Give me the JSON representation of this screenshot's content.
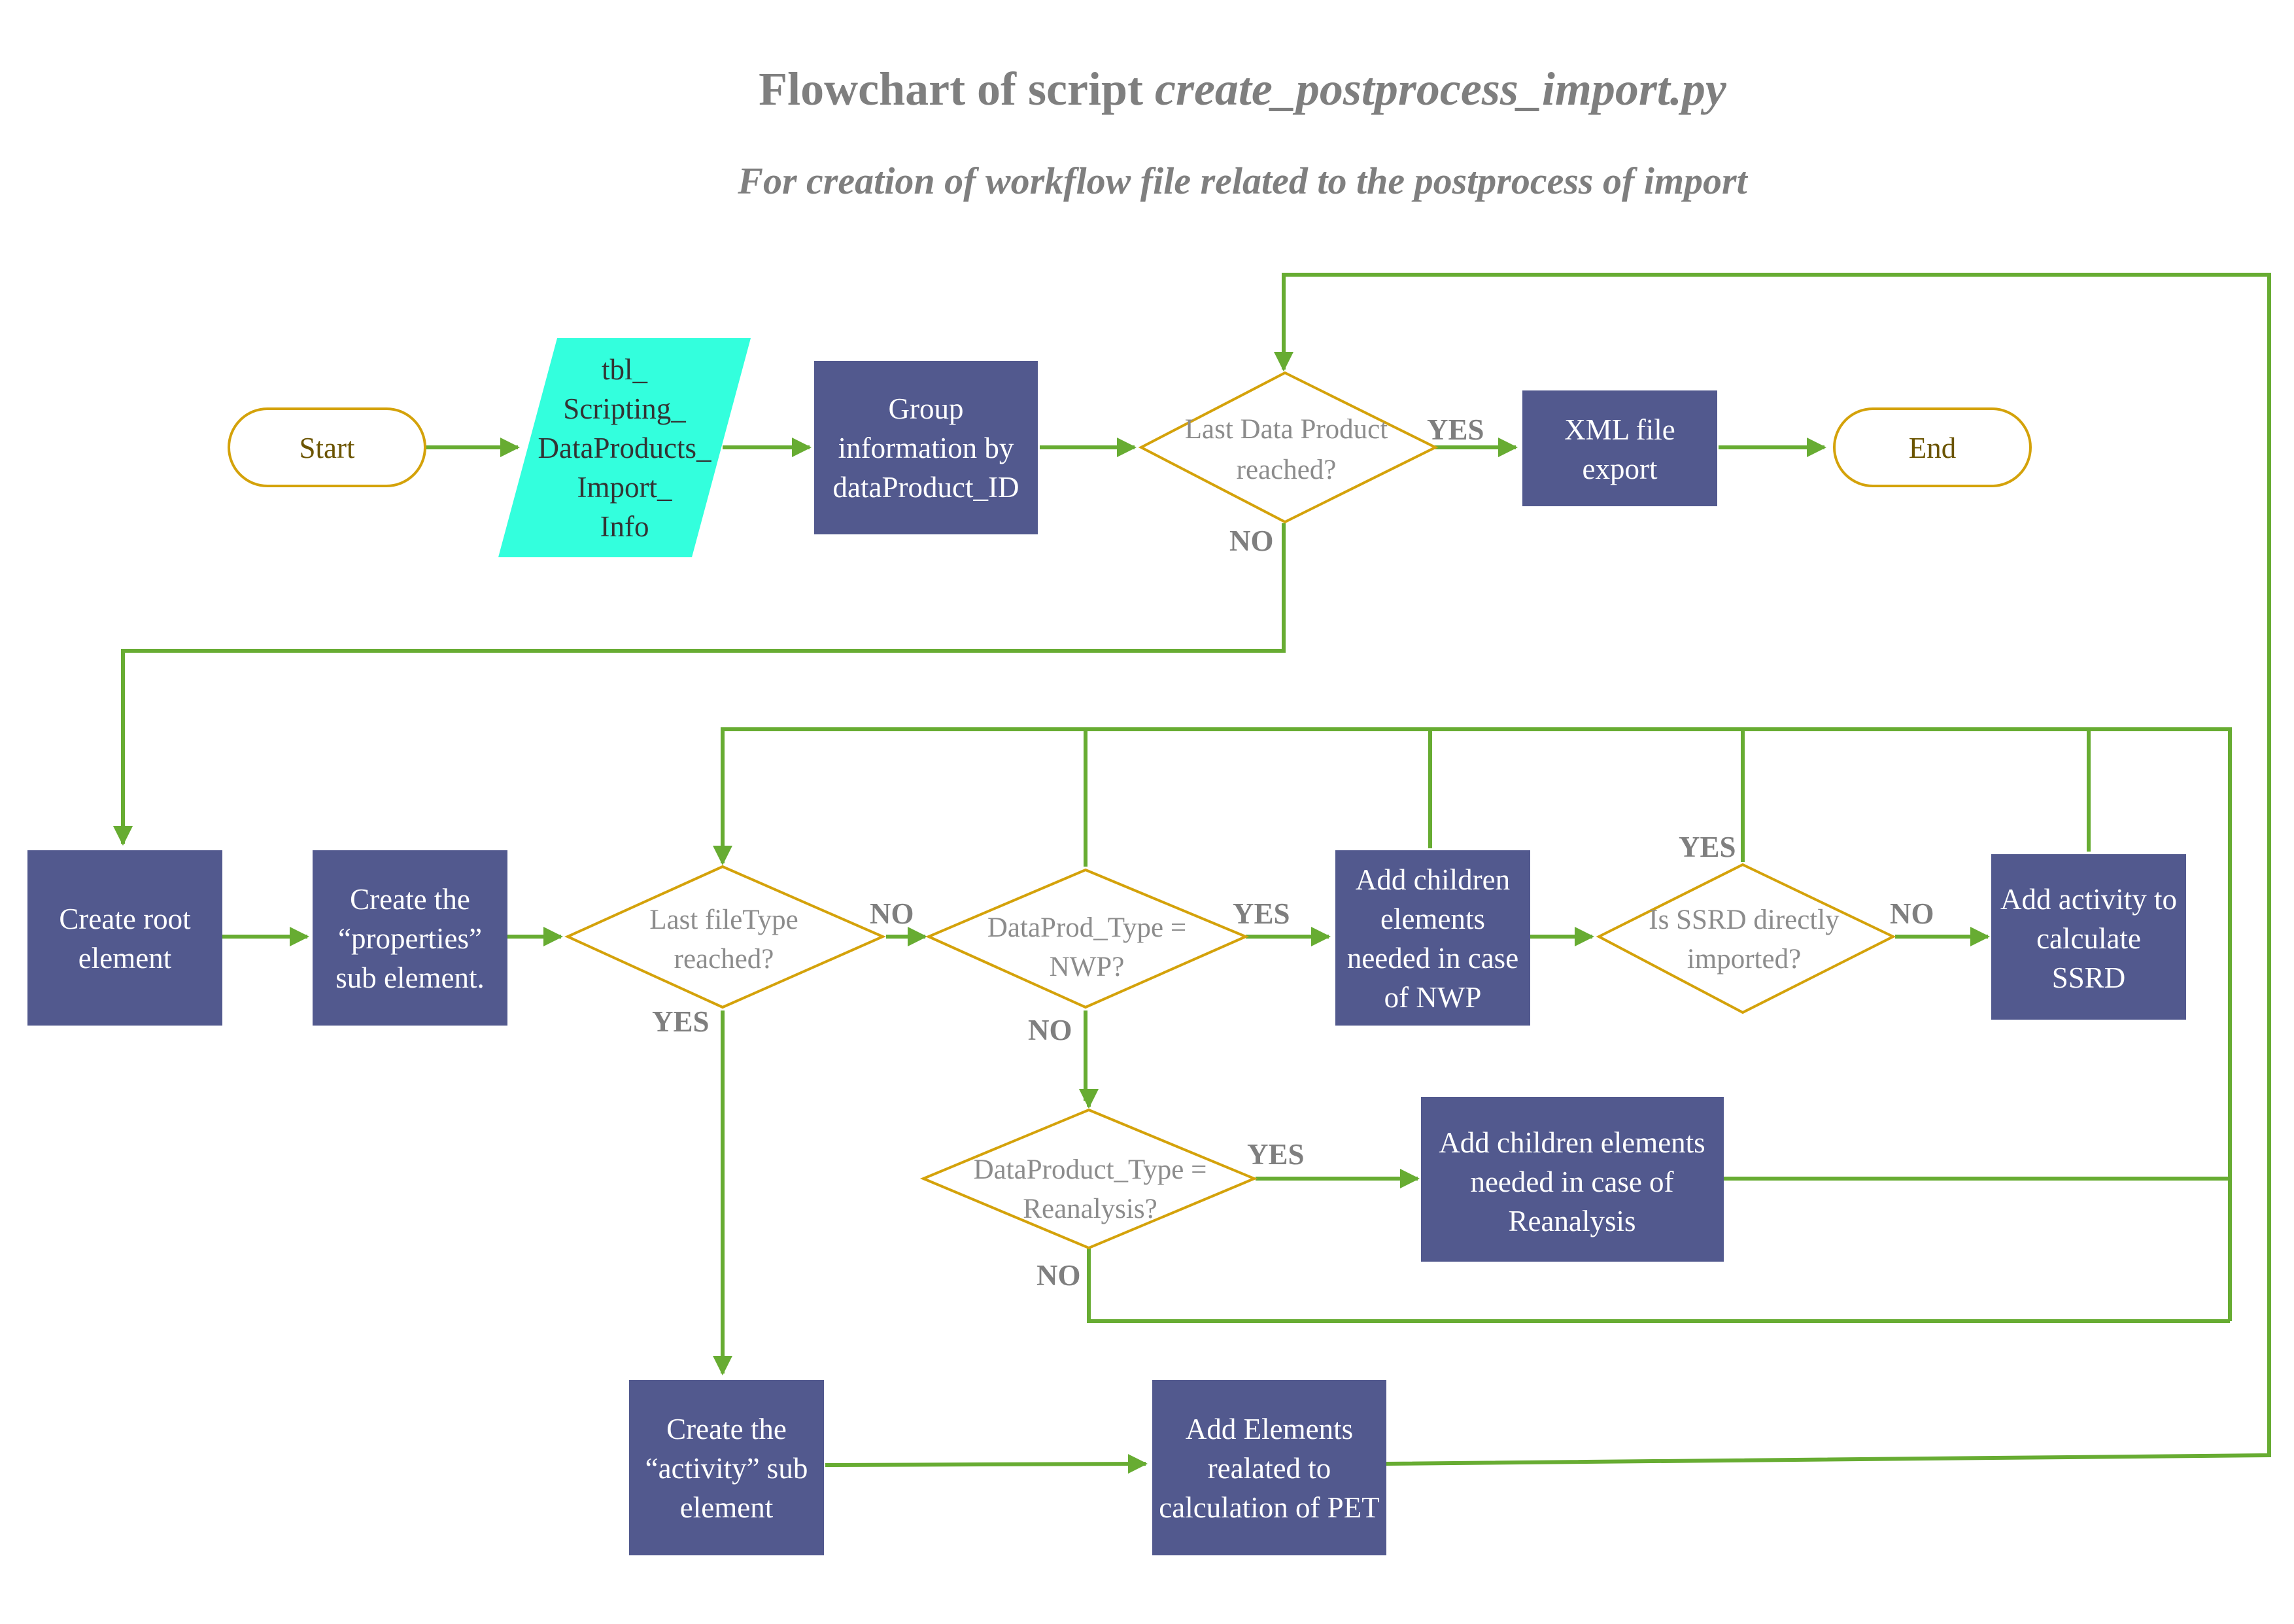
{
  "title": {
    "prefix": "Flowchart of script ",
    "script_name": "create_postprocess_import.py",
    "subtitle": "For creation of workflow file related to the postprocess of import"
  },
  "colors": {
    "process_fill": "#52598e",
    "terminal_stroke": "#d4a20a",
    "decision_stroke": "#d4a20a",
    "io_fill": "#33ffdd",
    "connector": "#67ac32",
    "title_text": "#7f7f7f"
  },
  "nodes": {
    "start": {
      "lines": [
        "Start"
      ]
    },
    "end": {
      "lines": [
        "End"
      ]
    },
    "tbl_info": {
      "lines": [
        "tbl_",
        "Scripting_",
        "DataProducts_",
        "Import_",
        "Info"
      ]
    },
    "group_info": {
      "lines": [
        "Group",
        "information by",
        "dataProduct_ID"
      ]
    },
    "last_data_product": {
      "lines": [
        "Last Data Product",
        "reached?"
      ]
    },
    "xml_export": {
      "lines": [
        "XML file",
        "export"
      ]
    },
    "create_root": {
      "lines": [
        "Create root",
        "element"
      ]
    },
    "create_properties": {
      "lines": [
        "Create the",
        "“properties”",
        "sub element."
      ]
    },
    "last_filetype": {
      "lines": [
        "Last fileType",
        "reached?"
      ]
    },
    "dataprod_nwp": {
      "lines": [
        "DataProd_Type =",
        "NWP?"
      ]
    },
    "add_children_nwp": {
      "lines": [
        "Add children",
        "elements",
        "needed in case",
        "of NWP"
      ]
    },
    "ssrd_imported": {
      "lines": [
        "Is SSRD directly",
        "imported?"
      ]
    },
    "add_activity_ssrd": {
      "lines": [
        "Add activity to",
        "calculate",
        "SSRD"
      ]
    },
    "dataproduct_reanalysis": {
      "lines": [
        "DataProduct_Type =",
        "Reanalysis?"
      ]
    },
    "add_children_reanalysis": {
      "lines": [
        "Add children elements",
        "needed in case of",
        "Reanalysis"
      ]
    },
    "create_activity": {
      "lines": [
        "Create the",
        "“activity” sub",
        "element"
      ]
    },
    "add_pet": {
      "lines": [
        "Add Elements",
        "realated to",
        "calculation of PET"
      ]
    }
  },
  "edge_labels": {
    "last_product_yes": "YES",
    "last_product_no": "NO",
    "filetype_no": "NO",
    "filetype_yes": "YES",
    "nwp_yes": "YES",
    "nwp_no": "NO",
    "ssrd_yes": "YES",
    "ssrd_no": "NO",
    "reanalysis_yes": "YES",
    "reanalysis_no": "NO"
  }
}
